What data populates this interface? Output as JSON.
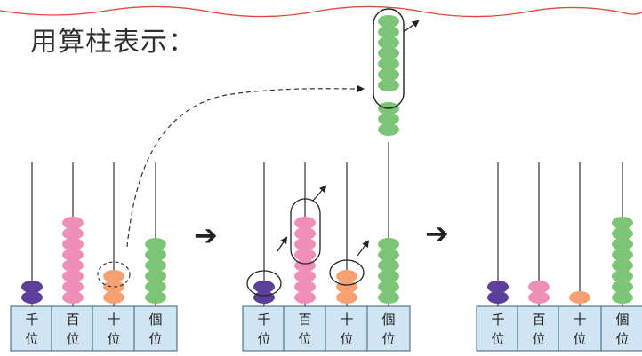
{
  "title": "用算柱表示：",
  "place_labels": [
    {
      "top": "千",
      "bottom": "位"
    },
    {
      "top": "百",
      "bottom": "位"
    },
    {
      "top": "十",
      "bottom": "位"
    },
    {
      "top": "個",
      "bottom": "位"
    }
  ],
  "stages": [
    {
      "name": "before",
      "counts": [
        2,
        8,
        3,
        6
      ]
    },
    {
      "name": "regrouping",
      "counts": [
        2,
        8,
        3,
        6
      ],
      "carried_ones": 10
    },
    {
      "name": "after",
      "counts": [
        2,
        2,
        1,
        8
      ]
    }
  ],
  "colors": {
    "thousands": "#5b3f9a",
    "hundreds": "#ef8fb8",
    "tens": "#f7a071",
    "ones": "#7cc576",
    "label_box": "#cfe5f3",
    "label_border": "#3a5d7a",
    "cloud_border": "#e04a3a"
  },
  "arrow_glyph": "➔",
  "icons": [
    "arrow-right-icon",
    "dashed-arrow-icon",
    "circle-marker-icon"
  ]
}
